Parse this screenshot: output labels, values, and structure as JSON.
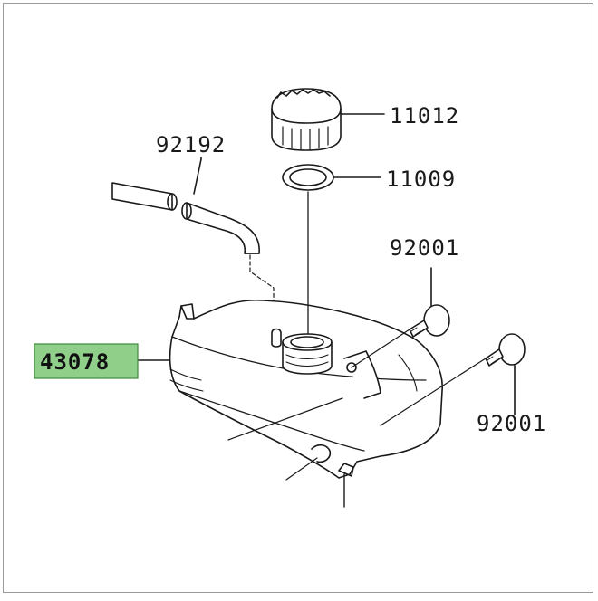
{
  "diagram": {
    "parts": [
      {
        "id": "11012",
        "label": "11012",
        "highlighted": false
      },
      {
        "id": "11009",
        "label": "11009",
        "highlighted": false
      },
      {
        "id": "92192",
        "label": "92192",
        "highlighted": false
      },
      {
        "id": "92001-upper",
        "label": "92001",
        "highlighted": false
      },
      {
        "id": "92001-lower",
        "label": "92001",
        "highlighted": false
      },
      {
        "id": "43078",
        "label": "43078",
        "highlighted": true
      }
    ],
    "colors": {
      "line": "#1a1a1a",
      "highlight_fill": "#8fcf8a",
      "highlight_border": "#3f8a3a"
    }
  }
}
